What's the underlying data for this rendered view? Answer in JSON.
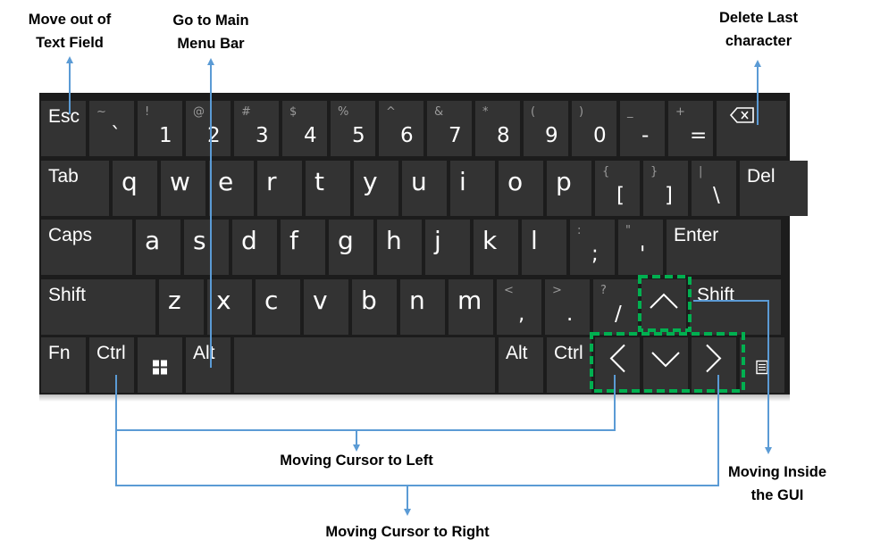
{
  "keyboard": {
    "row1": [
      {
        "main": "Esc"
      },
      {
        "shift": "~",
        "main": "`"
      },
      {
        "shift": "!",
        "main": "1"
      },
      {
        "shift": "@",
        "main": "2"
      },
      {
        "shift": "#",
        "main": "3"
      },
      {
        "shift": "$",
        "main": "4"
      },
      {
        "shift": "%",
        "main": "5"
      },
      {
        "shift": "^",
        "main": "6"
      },
      {
        "shift": "&",
        "main": "7"
      },
      {
        "shift": "*",
        "main": "8"
      },
      {
        "shift": "(",
        "main": "9"
      },
      {
        "shift": ")",
        "main": "0"
      },
      {
        "shift": "_",
        "main": "-"
      },
      {
        "shift": "+",
        "main": "="
      },
      {
        "icon": "backspace-icon"
      }
    ],
    "row2": [
      {
        "main": "Tab"
      },
      {
        "main": "q"
      },
      {
        "main": "w"
      },
      {
        "main": "e"
      },
      {
        "main": "r"
      },
      {
        "main": "t"
      },
      {
        "main": "y"
      },
      {
        "main": "u"
      },
      {
        "main": "i"
      },
      {
        "main": "o"
      },
      {
        "main": "p"
      },
      {
        "shift": "{",
        "main": "["
      },
      {
        "shift": "}",
        "main": "]"
      },
      {
        "shift": "|",
        "main": "\\"
      },
      {
        "main": "Del"
      }
    ],
    "row3": [
      {
        "main": "Caps"
      },
      {
        "main": "a"
      },
      {
        "main": "s"
      },
      {
        "main": "d"
      },
      {
        "main": "f"
      },
      {
        "main": "g"
      },
      {
        "main": "h"
      },
      {
        "main": "j"
      },
      {
        "main": "k"
      },
      {
        "main": "l"
      },
      {
        "shift": ":",
        "main": ";"
      },
      {
        "shift": "\"",
        "main": "'"
      },
      {
        "main": "Enter"
      }
    ],
    "row4": [
      {
        "main": "Shift"
      },
      {
        "main": "z"
      },
      {
        "main": "x"
      },
      {
        "main": "c"
      },
      {
        "main": "v"
      },
      {
        "main": "b"
      },
      {
        "main": "n"
      },
      {
        "main": "m"
      },
      {
        "shift": "<",
        "main": ","
      },
      {
        "shift": ">",
        "main": "."
      },
      {
        "shift": "?",
        "main": "/"
      },
      {
        "icon": "arrow-up-icon"
      },
      {
        "main": "Shift"
      }
    ],
    "row5": [
      {
        "main": "Fn"
      },
      {
        "main": "Ctrl"
      },
      {
        "icon": "windows-logo-icon"
      },
      {
        "main": "Alt"
      },
      {
        "main": ""
      },
      {
        "main": "Alt"
      },
      {
        "main": "Ctrl"
      },
      {
        "icon": "arrow-left-icon"
      },
      {
        "icon": "arrow-down-icon"
      },
      {
        "icon": "arrow-right-icon"
      },
      {
        "icon": "menu-icon"
      }
    ]
  },
  "annotations": {
    "move_out_text_field": "Move out of\nText Field",
    "go_to_main_menu": "Go to Main\nMenu Bar",
    "delete_last_char": "Delete Last\ncharacter",
    "moving_cursor_left": "Moving Cursor to Left",
    "moving_inside_gui": "Moving Inside\nthe GUI",
    "moving_cursor_right": "Moving Cursor to Right"
  },
  "colors": {
    "keyboard_bg": "#1c1c1c",
    "key_bg": "#333333",
    "arrow_line": "#5b9bd5",
    "highlight": "#00b050"
  }
}
